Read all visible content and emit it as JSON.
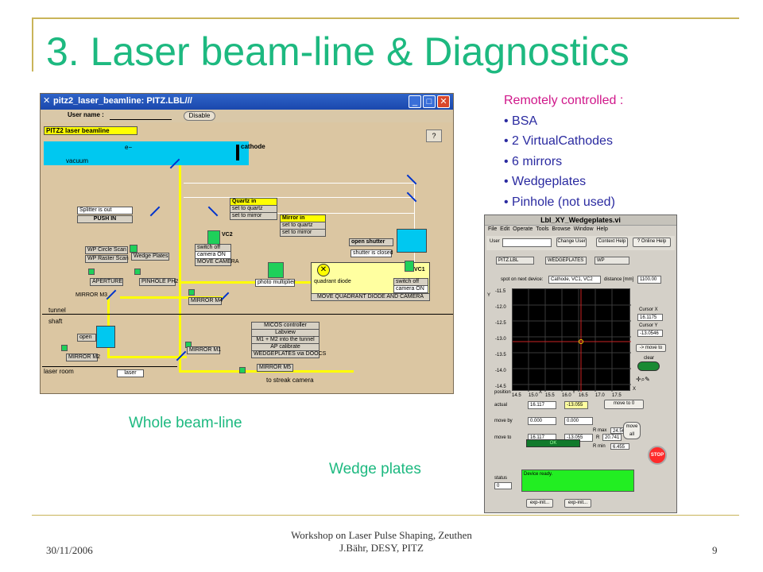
{
  "slide": {
    "title": "3. Laser beam-line & Diagnostics",
    "remote": {
      "heading": "Remotely controlled :",
      "items": [
        "BSA",
        "2 VirtualCathodes",
        "6 mirrors",
        "Wedgeplates",
        "Pinhole (not used)"
      ]
    },
    "caption_left": "Whole beam-line",
    "caption_right": "Wedge plates",
    "footer": {
      "date": "30/11/2006",
      "center_line1": "Workshop on Laser Pulse Shaping, Zeuthen",
      "center_line2": "J.Bähr, DESY, PITZ",
      "page": "9"
    },
    "colors": {
      "title": "#1db980",
      "heading": "#d0178a",
      "list": "#2a2aa0",
      "rule": "#c9b45a"
    }
  },
  "beamline_window": {
    "title": "pitz2_laser_beamline: PITZ.LBL///",
    "user_label": "User name :",
    "disable_label": "Disable",
    "panel_label": "PITZ2 laser beamline",
    "help_label": "?",
    "e_label": "e−",
    "cathode_label": "cathode",
    "vacuum_label": "vacuum",
    "splitter": {
      "status": "Splitter is out",
      "button": "PUSH IN"
    },
    "quartz": {
      "title": "Quartz in",
      "btn1": "set to quartz",
      "btn2": "set to mirror"
    },
    "mirror": {
      "title": "Mirror in",
      "btn1": "set to quartz",
      "btn2": "set to mirror"
    },
    "shutter": {
      "button": "open shutter",
      "status": "shutter is closed"
    },
    "vc2": {
      "label": "VC2",
      "switch": "switch off",
      "camera": "camera ON",
      "move": "MOVE CAMERA"
    },
    "vc1": {
      "label": "VC1",
      "switch": "switch off",
      "camera": "camera ON"
    },
    "wp": {
      "circle": "WP Circle Scan",
      "raster": "WP Raster Scan",
      "plates": "Wedge Plates"
    },
    "aperture": "APERTURE",
    "pinhole": "PINHOLE PH2",
    "photo": "photo multiplier",
    "quad": "quadrant diode",
    "move_quad": "MOVE QUADRANT DIODE AND CAMERA",
    "mirror_m3": "MIRROR M3",
    "mirror_m4": "MIRROR M4",
    "mirror_m2": "MIRROR M2",
    "mirror_m1": "MIRROR M1",
    "mirror_m5": "MIRROR M5",
    "tunnel": "tunnel",
    "shaft": "shaft",
    "open": "open",
    "laser_room": "laser room",
    "laser": "laser",
    "to_streak": "to streak camera",
    "menu": [
      "MICOS controller",
      "Labview",
      "M1 + M2 into the tunnel",
      "AP calibrate",
      "WEDGEPLATES via DOOCS"
    ]
  },
  "wedge_window": {
    "title": "Lbl_XY_Wedgeplates.vi",
    "menu": [
      "File",
      "Edit",
      "Operate",
      "Tools",
      "Browse",
      "Window",
      "Help"
    ],
    "user_label": "User",
    "change_user": "Change User",
    "context_help": "Context Help",
    "online_help": "? Online Help",
    "fields": [
      "PITZ.LBL",
      "WEDGEPLATES",
      "WP"
    ],
    "spot_label": "spot on next device:",
    "spot_value": "Cathode, VC1, VC2",
    "distance_label": "distance [mm]",
    "distance_value": "1100.00",
    "y_axis_label": "Y",
    "x_axis_label": "X",
    "y_ticks": [
      "-11.5",
      "-12.0",
      "-12.5",
      "-13.0",
      "-13.5",
      "-14.0",
      "-14.5"
    ],
    "x_ticks": [
      "14.5",
      "15.0",
      "15.5",
      "16.0",
      "16.5",
      "17.0",
      "17.5"
    ],
    "cursor_x_label": "Cursor X",
    "cursor_x_value": "16.1175",
    "cursor_y_label": "Cursor Y",
    "cursor_y_value": "-13.0546",
    "move_to_btn": "-> move to",
    "clear_label": "clear",
    "position_label": "position",
    "col_x": "X",
    "col_y": "Y",
    "actual_label": "actual",
    "actual_x": "16.117",
    "actual_y": "-13.055",
    "move_to_0": "move to 0",
    "move_by_label": "move by",
    "move_by_x": "0.000",
    "move_by_y": "0.000",
    "move_to_label": "move to",
    "move_to_x": "16.117",
    "move_to_y": "-13.055",
    "rmax_label": "R max",
    "rmax_value": "24.565",
    "r_label": "R",
    "r_value": "20.741",
    "rmin_label": "R min",
    "rmin_value": "6.455",
    "move_all": "move all",
    "stop": "STOP",
    "ok_label": "OK",
    "status_label": "status",
    "status_value": "0",
    "status_message": "Device ready.",
    "exp1": "exp-init...",
    "exp2": "exp-init..."
  }
}
